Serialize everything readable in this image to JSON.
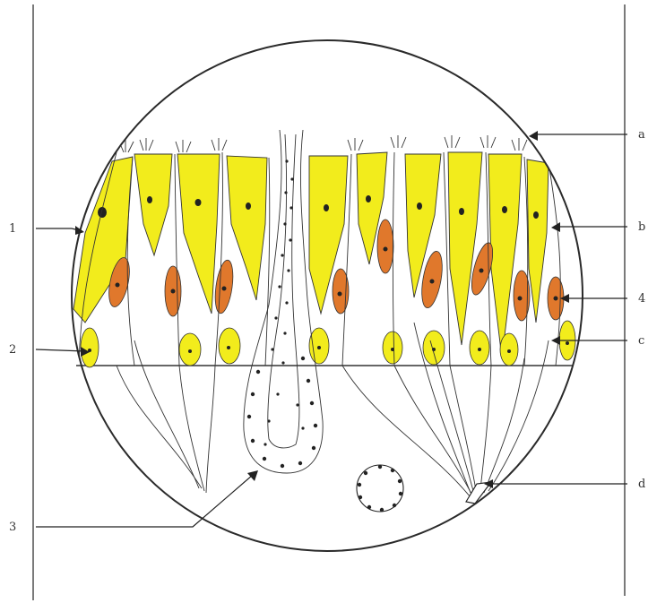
{
  "labels": {
    "left": [
      "1",
      "2",
      "3"
    ],
    "right": [
      "a",
      "b",
      "4",
      "c",
      "d"
    ]
  },
  "colors": {
    "support_cell": "#f2ec1c",
    "olfactory_cell": "#e0782c",
    "basal_cell": "#f2ec1c",
    "outline": "#2a2a2a",
    "line": "#222222"
  }
}
